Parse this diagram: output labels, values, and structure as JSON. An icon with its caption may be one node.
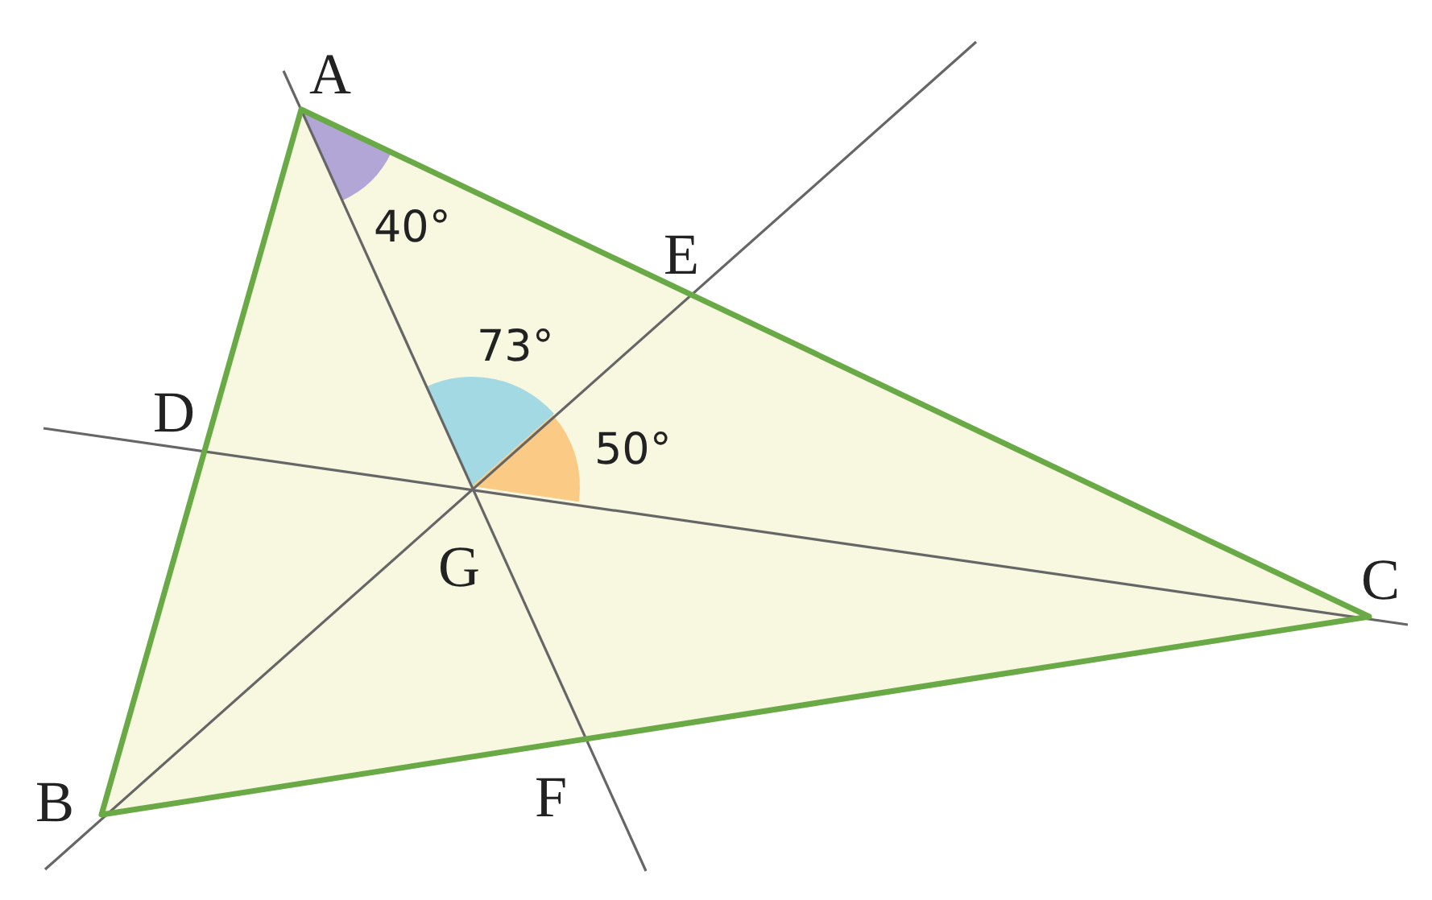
{
  "diagram": {
    "labels": [
      "A",
      "40°",
      "E",
      "73°",
      "D",
      "50°",
      "G",
      "C",
      "B",
      "F"
    ]
  }
}
